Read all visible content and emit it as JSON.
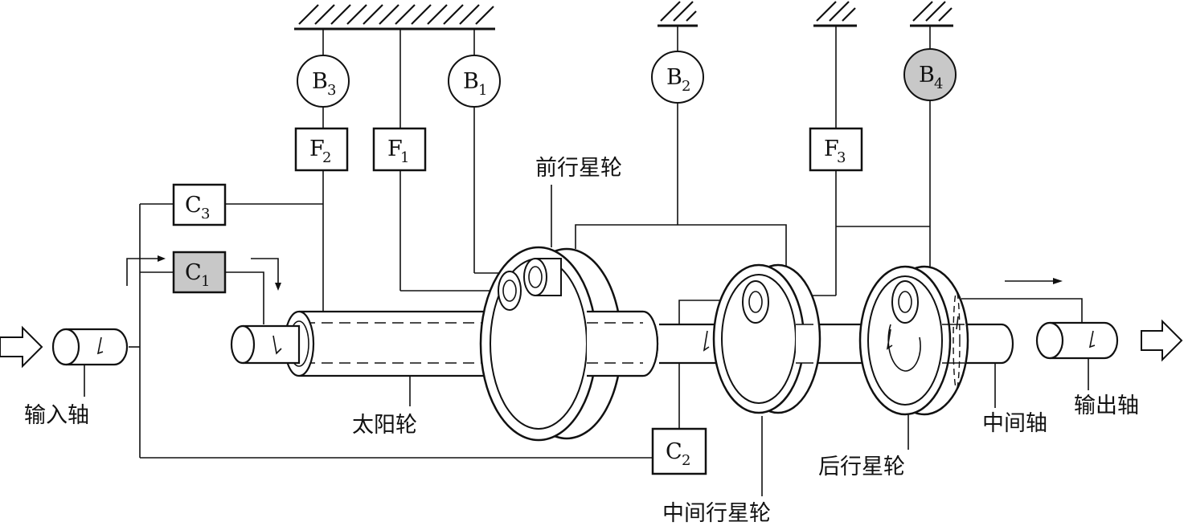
{
  "components": {
    "B3": {
      "main": "B",
      "sub": "3"
    },
    "B1": {
      "main": "B",
      "sub": "1"
    },
    "B2": {
      "main": "B",
      "sub": "2"
    },
    "B4": {
      "main": "B",
      "sub": "4"
    },
    "F2": {
      "main": "F",
      "sub": "2"
    },
    "F1": {
      "main": "F",
      "sub": "1"
    },
    "F3": {
      "main": "F",
      "sub": "3"
    },
    "C3": {
      "main": "C",
      "sub": "3"
    },
    "C1": {
      "main": "C",
      "sub": "1"
    },
    "C2": {
      "main": "C",
      "sub": "2"
    }
  },
  "labels": {
    "input_shaft": "输入轴",
    "sun_gear": "太阳轮",
    "front_planetary": "前行星轮",
    "middle_planetary": "中间行星轮",
    "rear_planetary": "后行星轮",
    "intermediate_shaft": "中间轴",
    "output_shaft": "输出轴"
  },
  "colors": {
    "line": "#111111",
    "engaged_fill": "#c8c8c8",
    "disengaged_fill": "#ffffff"
  },
  "icons": {
    "input_arrow": "hollow-right-arrow-icon",
    "output_arrow": "hollow-right-arrow-icon",
    "ground": "hatched-ground-icon"
  }
}
